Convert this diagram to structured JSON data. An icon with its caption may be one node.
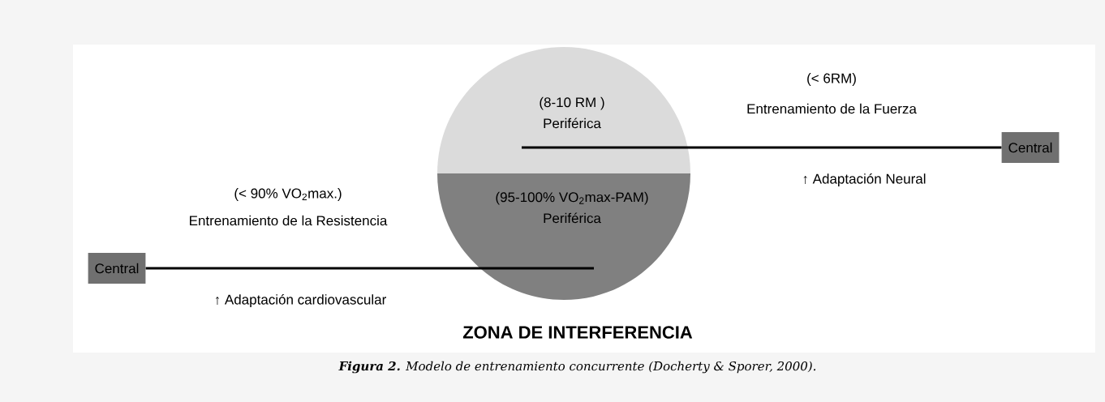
{
  "diagram": {
    "caption": "**Figura 2.** Modelo de entrenamiento concurrente (Docherty & Sporer, 2000).",
    "nodes": [
      {
        "text": [
          "(8-10 RM )",
          "Periférica"
        ]
      },
      {
        "text": [
          "(95-100% VO$_{2}$max-PAM)",
          "Periférica"
        ]
      },
      {
        "text": [
          "Central"
        ]
      },
      {
        "text": [
          "Central"
        ]
      }
    ],
    "edges": [
      {
        "from": 2,
        "to": 0,
        "arrow": "none"
      },
      {
        "from": 3,
        "to": 1,
        "arrow": "none"
      }
    ],
    "labels": [
      "(< 6RM)",
      "Entrenamiento de la Fuerza",
      "↑ Adaptación Neural",
      "(< 90% VO$_{2}$max.)",
      "Entrenamiento de la Resistencia",
      "↑ Adaptación cardiovascular",
      "ZONA DE INTERFERENCIA"
    ]
  }
}
